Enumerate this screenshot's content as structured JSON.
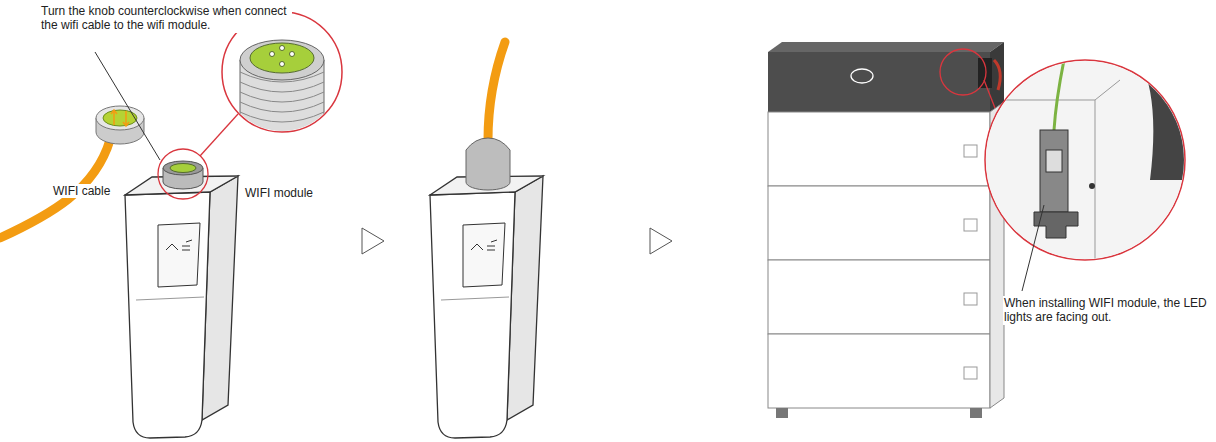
{
  "diagram": {
    "labels": [
      "Turn the knob counterclockwise when connect the wifi cable to the wifi module.",
      "WIFI cable",
      "WIFI module",
      "When installing WIFI module, the LED lights are facing out."
    ]
  }
}
